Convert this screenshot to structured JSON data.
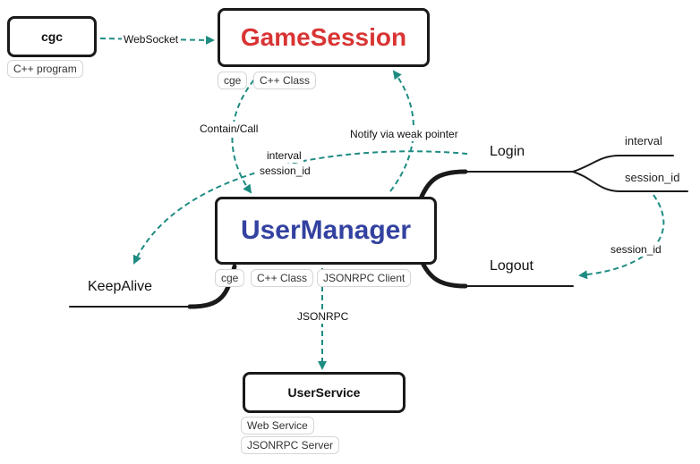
{
  "colors": {
    "title_red": "#d93434",
    "title_blue": "#3342a0",
    "arrow_teal": "#1e8c82",
    "line_dark": "#1a1a1a"
  },
  "nodes": {
    "cgc": {
      "title": "cgc",
      "tags": [
        "C++ program"
      ]
    },
    "game_session": {
      "title": "GameSession",
      "tags": [
        "cge",
        "C++ Class"
      ]
    },
    "user_manager": {
      "title": "UserManager",
      "tags": [
        "cge",
        "C++ Class",
        "JSONRPC Client"
      ]
    },
    "user_service": {
      "title": "UserService",
      "tags": [
        "Web Service",
        "JSONRPC Server"
      ]
    }
  },
  "branches": {
    "login": "Login",
    "logout": "Logout",
    "keepalive": "KeepAlive",
    "login_children": [
      "interval",
      "session_id"
    ]
  },
  "edges": {
    "websocket": "WebSocket",
    "contain_call": "Contain/Call",
    "notify": "Notify via weak pointer",
    "login_to_keepalive": [
      "interval",
      "session_id"
    ],
    "session_to_logout": "session_id",
    "jsonrpc": "JSONRPC"
  }
}
